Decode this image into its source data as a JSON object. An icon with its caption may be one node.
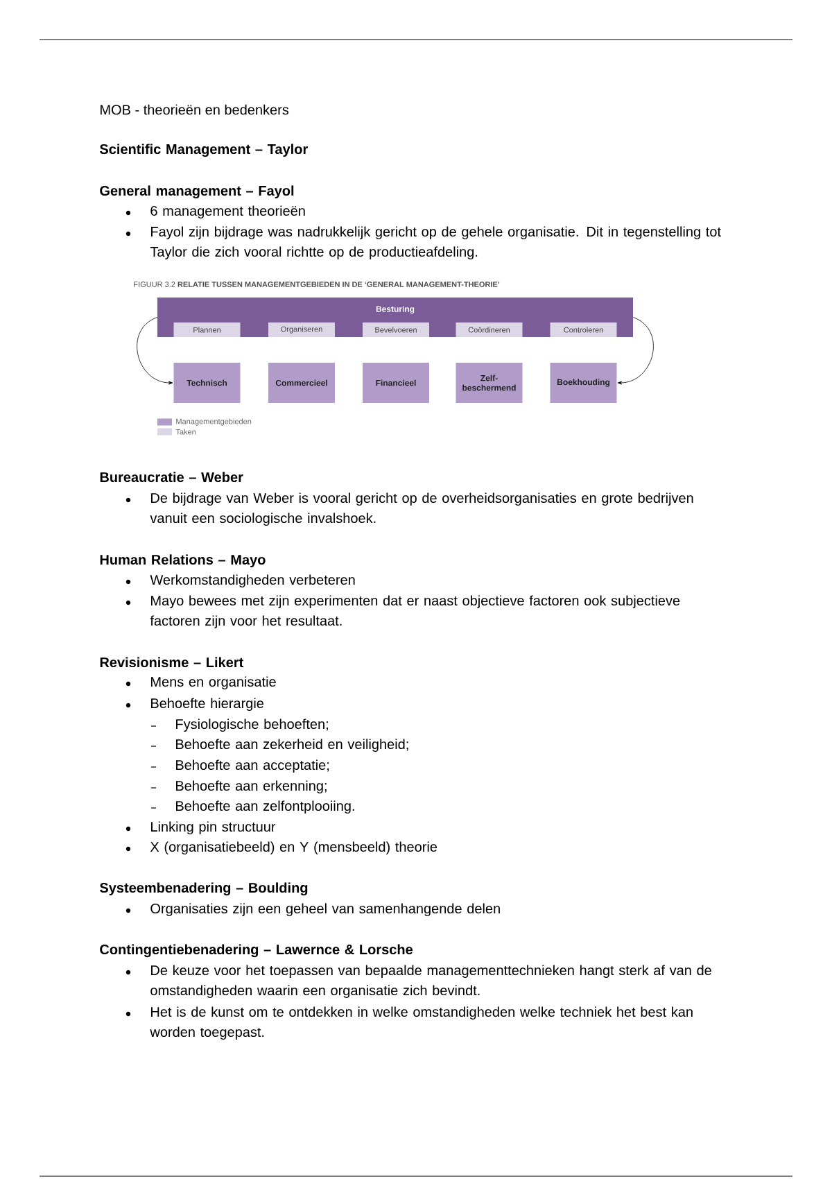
{
  "diagram": {
    "title": "MOB - theorieën en bedenkers",
    "caption": "FIGUUR 3.2 **RELATIE TUSSEN MANAGEMENTGEBIEDEN IN DE ‘GENERAL MANAGEMENT-THEORIE’**",
    "nodes": [
      {
        "text": [
          "Besturing"
        ]
      },
      {
        "text": [
          "Plannen"
        ],
        "in": 0
      },
      {
        "text": [
          "Organiseren"
        ],
        "in": 0
      },
      {
        "text": [
          "Bevelvoeren"
        ],
        "in": 0
      },
      {
        "text": [
          "Coördineren"
        ],
        "in": 0
      },
      {
        "text": [
          "Controleren"
        ],
        "in": 0
      },
      {
        "text": [
          "Technisch"
        ]
      },
      {
        "text": [
          "Commercieel"
        ]
      },
      {
        "text": [
          "Financieel"
        ]
      },
      {
        "text": [
          "Zelf-beschermend"
        ]
      },
      {
        "text": [
          "Boekhouding"
        ]
      }
    ],
    "edges": [
      {
        "from": 0,
        "to": 6,
        "arrow": "to"
      },
      {
        "from": 0,
        "to": 10,
        "arrow": "to"
      }
    ],
    "labels": [
      "Scientific Management – Taylor",
      "General management – Fayol",
      "6 management theorieën",
      "Fayol zijn bijdrage was nadrukkelijk gericht op de gehele organisatie. Dit in tegenstelling tot Taylor die zich vooral richtte op de productieafdeling.",
      "Bureaucratie – Weber",
      "De bijdrage van Weber is vooral gericht op de overheidsorganisaties en grote bedrijven vanuit een sociologische invalshoek.",
      "Human Relations – Mayo",
      "Werkomstandigheden verbeteren",
      "Mayo bewees met zijn experimenten dat er naast objectieve factoren ook subjectieve factoren zijn voor het resultaat.",
      "Revisionisme – Likert",
      "Mens en organisatie",
      "Behoefte hierargie",
      "Fysiologische behoeften;",
      "Behoefte aan zekerheid en veiligheid;",
      "Behoefte aan acceptatie;",
      "Behoefte aan erkenning;",
      "Behoefte aan zelfontplooiing.",
      "Linking pin structuur",
      "X (organisatiebeeld) en Y (mensbeeld) theorie",
      "Systeembenadering – Boulding",
      "Organisaties zijn een geheel van samenhangende delen",
      "Contingentiebenadering – Lawernce & Lorsche",
      "De keuze voor het toepassen van bepaalde managementtechnieken hangt sterk af van de omstandigheden waarin een organisatie zich bevindt.",
      "Het is de kunst om te ontdekken in welke omstandigheden welke techniek het best kan worden toegepast."
    ],
    "legend": [
      {
        "text": "Managementgebieden",
        "color": "#b19cc9"
      },
      {
        "text": "Taken",
        "color": "#ddd6e6"
      }
    ]
  }
}
